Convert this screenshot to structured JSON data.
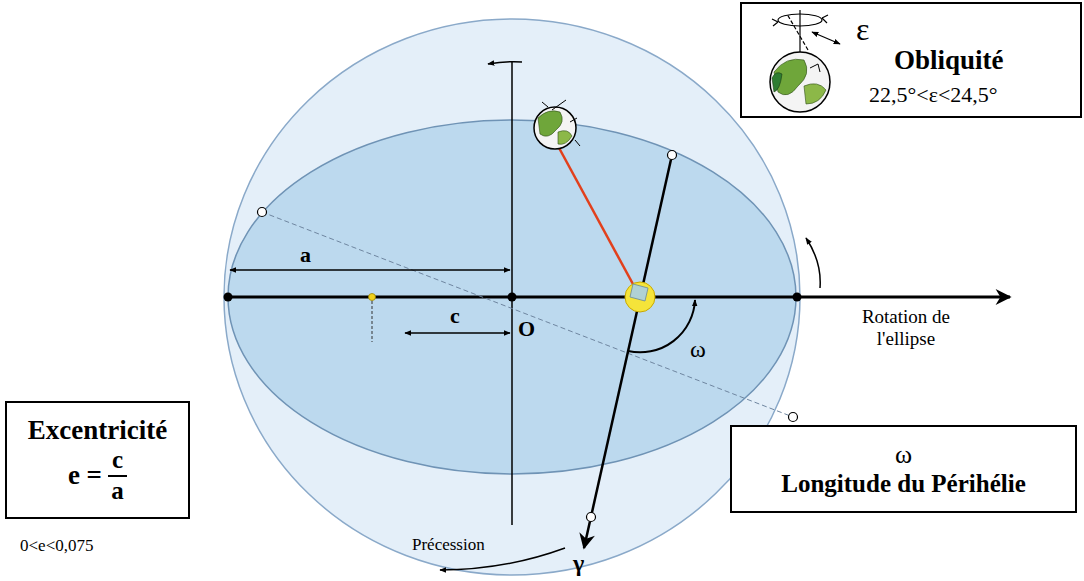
{
  "diagram": {
    "nodes": [
      {
        "text": [
          "Excentricité",
          "e =",
          "c",
          "a"
        ]
      },
      {
        "text": [
          "ω",
          "Longitude du Périhélie"
        ]
      },
      {
        "text": [
          "ε",
          "Obliquité",
          "22,5°<ε<24,5°"
        ]
      }
    ],
    "labels": [
      "a",
      "c",
      "O",
      "ω",
      "Rotation de l'ellipse",
      "Précession",
      "γ",
      "0<e<0,075"
    ]
  }
}
